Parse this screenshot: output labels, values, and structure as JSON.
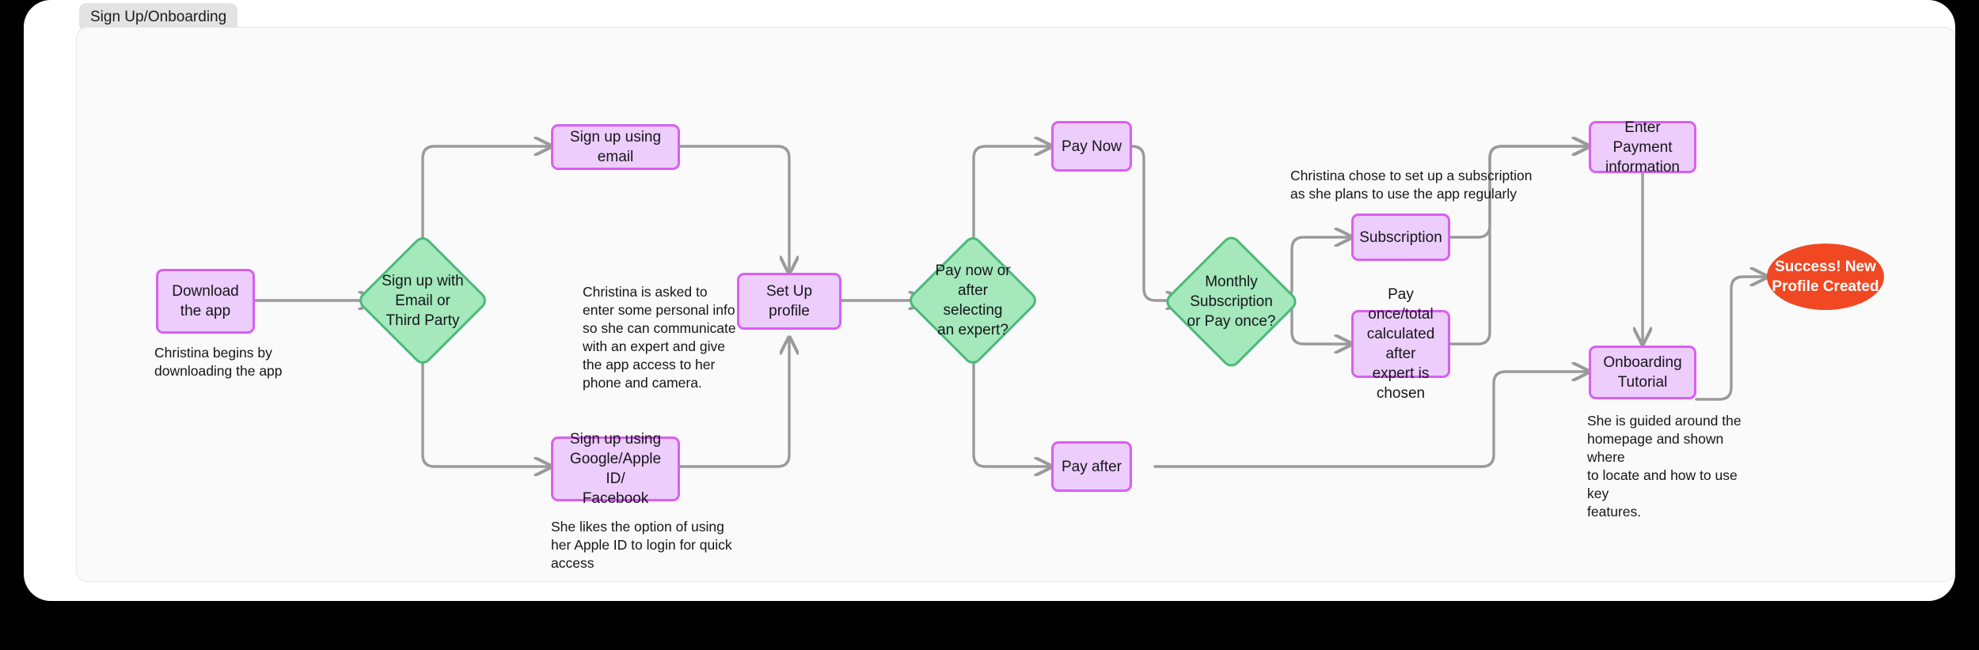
{
  "window": {
    "tab_label": "Sign Up/Onboarding"
  },
  "colors": {
    "process_fill": "#eccdfb",
    "process_stroke": "#d85ff2",
    "decision_fill": "#a4e8bb",
    "decision_stroke": "#4cb87b",
    "terminator_fill": "#ef4823",
    "terminator_text": "#ffffff",
    "connector": "#9a9a9a",
    "canvas": "#fafafa"
  },
  "diagram": {
    "type": "flowchart",
    "title": "Sign Up/Onboarding",
    "nodes": [
      {
        "id": "download",
        "shape": "process",
        "label": "Download\nthe app"
      },
      {
        "id": "signup_choice",
        "shape": "decision",
        "label": "Sign up with\nEmail or\nThird Party"
      },
      {
        "id": "signup_email",
        "shape": "process",
        "label": "Sign up using email"
      },
      {
        "id": "signup_third",
        "shape": "process",
        "label": "Sign up using\nGoogle/Apple ID/\nFacebook"
      },
      {
        "id": "setup_profile",
        "shape": "process",
        "label": "Set Up profile"
      },
      {
        "id": "pay_when",
        "shape": "decision",
        "label": "Pay now or\nafter selecting\nan expert?"
      },
      {
        "id": "pay_now",
        "shape": "process",
        "label": "Pay Now"
      },
      {
        "id": "pay_after",
        "shape": "process",
        "label": "Pay after"
      },
      {
        "id": "plan_choice",
        "shape": "decision",
        "label": "Monthly\nSubscription\nor Pay once?"
      },
      {
        "id": "subscription",
        "shape": "process",
        "label": "Subscription"
      },
      {
        "id": "pay_once",
        "shape": "process",
        "label": "Pay once/total\ncalculated after\nexpert is chosen"
      },
      {
        "id": "enter_payment",
        "shape": "process",
        "label": "Enter Payment\ninformation"
      },
      {
        "id": "onboarding",
        "shape": "process",
        "label": "Onboarding\nTutorial"
      },
      {
        "id": "success",
        "shape": "terminator",
        "label": "Success! New\nProfile Created"
      }
    ],
    "notes": [
      {
        "id": "note_download",
        "text": "Christina begins by\ndownloading the app"
      },
      {
        "id": "note_profile",
        "text": "Christina is asked to\nenter some personal info\nso she can communicate\nwith an expert and give\nthe app access to her\nphone and camera."
      },
      {
        "id": "note_third",
        "text": "She likes the option of using\nher Apple ID to login for quick\naccess"
      },
      {
        "id": "note_sub",
        "text": "Christina chose to set up a subscription\nas she plans to use the app regularly"
      },
      {
        "id": "note_tutorial",
        "text": "She is guided around the\nhomepage and shown where\nto locate and how to use key\nfeatures."
      }
    ],
    "edges": [
      {
        "from": "download",
        "to": "signup_choice"
      },
      {
        "from": "signup_choice",
        "to": "signup_email"
      },
      {
        "from": "signup_choice",
        "to": "signup_third"
      },
      {
        "from": "signup_email",
        "to": "setup_profile"
      },
      {
        "from": "signup_third",
        "to": "setup_profile"
      },
      {
        "from": "setup_profile",
        "to": "pay_when"
      },
      {
        "from": "pay_when",
        "to": "pay_now"
      },
      {
        "from": "pay_when",
        "to": "pay_after"
      },
      {
        "from": "pay_now",
        "to": "plan_choice"
      },
      {
        "from": "plan_choice",
        "to": "subscription"
      },
      {
        "from": "plan_choice",
        "to": "pay_once"
      },
      {
        "from": "subscription",
        "to": "enter_payment"
      },
      {
        "from": "pay_once",
        "to": "enter_payment"
      },
      {
        "from": "enter_payment",
        "to": "onboarding"
      },
      {
        "from": "pay_after",
        "to": "onboarding"
      },
      {
        "from": "onboarding",
        "to": "success"
      }
    ]
  }
}
